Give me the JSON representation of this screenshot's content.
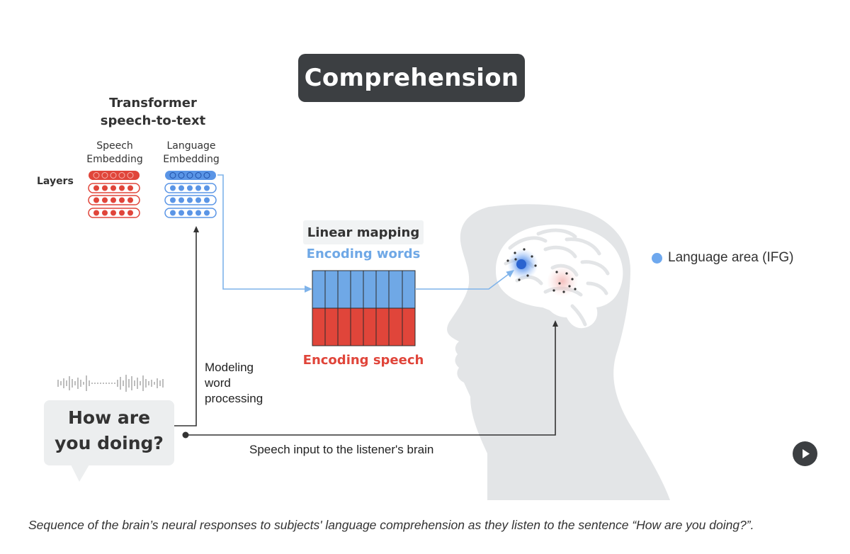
{
  "title": "Comprehension",
  "transformer": {
    "title_line1": "Transformer",
    "title_line2": "speech-to-text",
    "speech_embedding_line1": "Speech",
    "speech_embedding_line2": "Embedding",
    "language_embedding_line1": "Language",
    "language_embedding_line2": "Embedding",
    "layers_label": "Layers"
  },
  "linear_mapping": {
    "label": "Linear mapping",
    "encoding_words": "Encoding words",
    "encoding_speech": "Encoding speech"
  },
  "speech_bubble": {
    "line1": "How are",
    "line2": "you doing?"
  },
  "modeling_label": {
    "line1": "Modeling",
    "line2": "word",
    "line3": "processing"
  },
  "speech_input_label": "Speech input to the listener's brain",
  "legend": {
    "label": "Language area (IFG)",
    "color": "#6ea8ee"
  },
  "caption": "Sequence of the brain’s neural responses to subjects' language comprehension as they listen to the sentence “How are you doing?”.",
  "colors": {
    "title_bg": "#3c3f42",
    "speech_red": "#e0453a",
    "language_blue": "#5a95e6",
    "words_blue": "#6fa8e6",
    "head_gray": "#e3e5e7",
    "arrow_blue": "#7fb3ea"
  },
  "icons": [
    "waveform-icon",
    "play-icon"
  ]
}
